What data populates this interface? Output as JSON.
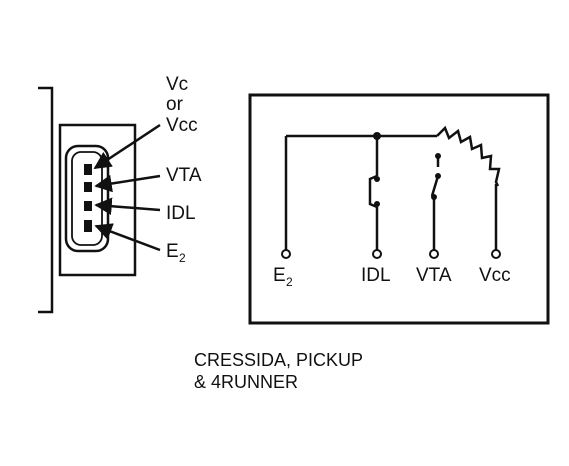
{
  "connector": {
    "pin_labels": {
      "vc_line1": "Vc",
      "vc_line2": "or",
      "vc_line3": "Vcc",
      "vta": "VTA",
      "idl": "IDL",
      "e2": "E",
      "e2_sub": "2"
    }
  },
  "schematic": {
    "terminals": {
      "e2": "E",
      "e2_sub": "2",
      "idl": "IDL",
      "vta": "VTA",
      "vcc": "Vcc"
    }
  },
  "caption": {
    "line1": "CRESSIDA, PICKUP",
    "line2": "& 4RUNNER"
  }
}
